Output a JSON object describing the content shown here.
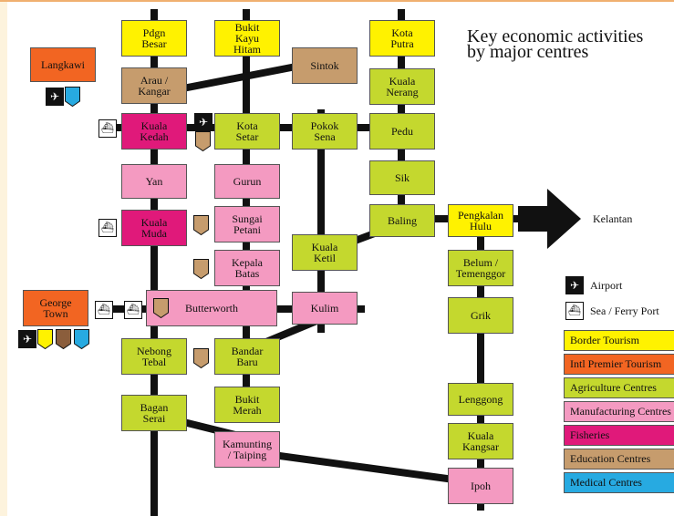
{
  "title": "Key economic activities\nby major centres",
  "nodes": {
    "langkawi": "Langkawi",
    "pdgn_besar": "Pdgn\nBesar",
    "bukit_kayu_hitam": "Bukit\nKayu\nHitam",
    "kota_putra": "Kota\nPutra",
    "arau_kangar": "Arau /\nKangar",
    "sintok": "Sintok",
    "kuala_nerang": "Kuala\nNerang",
    "kuala_kedah": "Kuala\nKedah",
    "kota_setar": "Kota\nSetar",
    "pokok_sena": "Pokok\nSena",
    "pedu": "Pedu",
    "sik": "Sik",
    "yan": "Yan",
    "gurun": "Gurun",
    "kuala_muda": "Kuala\nMuda",
    "sungai_petani": "Sungai\nPetani",
    "baling": "Baling",
    "pengkalan_hulu": "Pengkalan\nHulu",
    "kuala_ketil": "Kuala\nKetil",
    "kepala_batas": "Kepala\nBatas",
    "belum_temenggor": "Belum /\nTemenggor",
    "george_town": "George\nTown",
    "butterworth": "Butterworth",
    "kulim": "Kulim",
    "grik": "Grik",
    "nebong_tebal": "Nebong\nTebal",
    "bandar_baru": "Bandar\nBaru",
    "bagan_serai": "Bagan\nSerai",
    "bukit_merah": "Bukit\nMerah",
    "lenggong": "Lenggong",
    "kamunting_taiping": "Kamunting\n/ Taiping",
    "kuala_kangsar": "Kuala\nKangsar",
    "ipoh": "Ipoh"
  },
  "kelantan": "Kelantan",
  "legend": {
    "airport": "Airport",
    "sea_port": "Sea / Ferry Port",
    "items": [
      {
        "label": "Border Tourism",
        "color": "#fff200"
      },
      {
        "label": "Intl Premier Tourism",
        "color": "#f26522"
      },
      {
        "label": "Agriculture Centres",
        "color": "#c4d82e"
      },
      {
        "label": "Manufacturing Centres",
        "color": "#f49ac1"
      },
      {
        "label": "Fisheries",
        "color": "#e0197a"
      },
      {
        "label": "Education Centres",
        "color": "#c69c6d"
      },
      {
        "label": "Medical Centres",
        "color": "#27aae1"
      }
    ]
  },
  "icons": {
    "airport": "airplane-icon",
    "sea_port": "ship-icon",
    "education": "education-badge-icon",
    "medical": "medical-badge-icon"
  }
}
